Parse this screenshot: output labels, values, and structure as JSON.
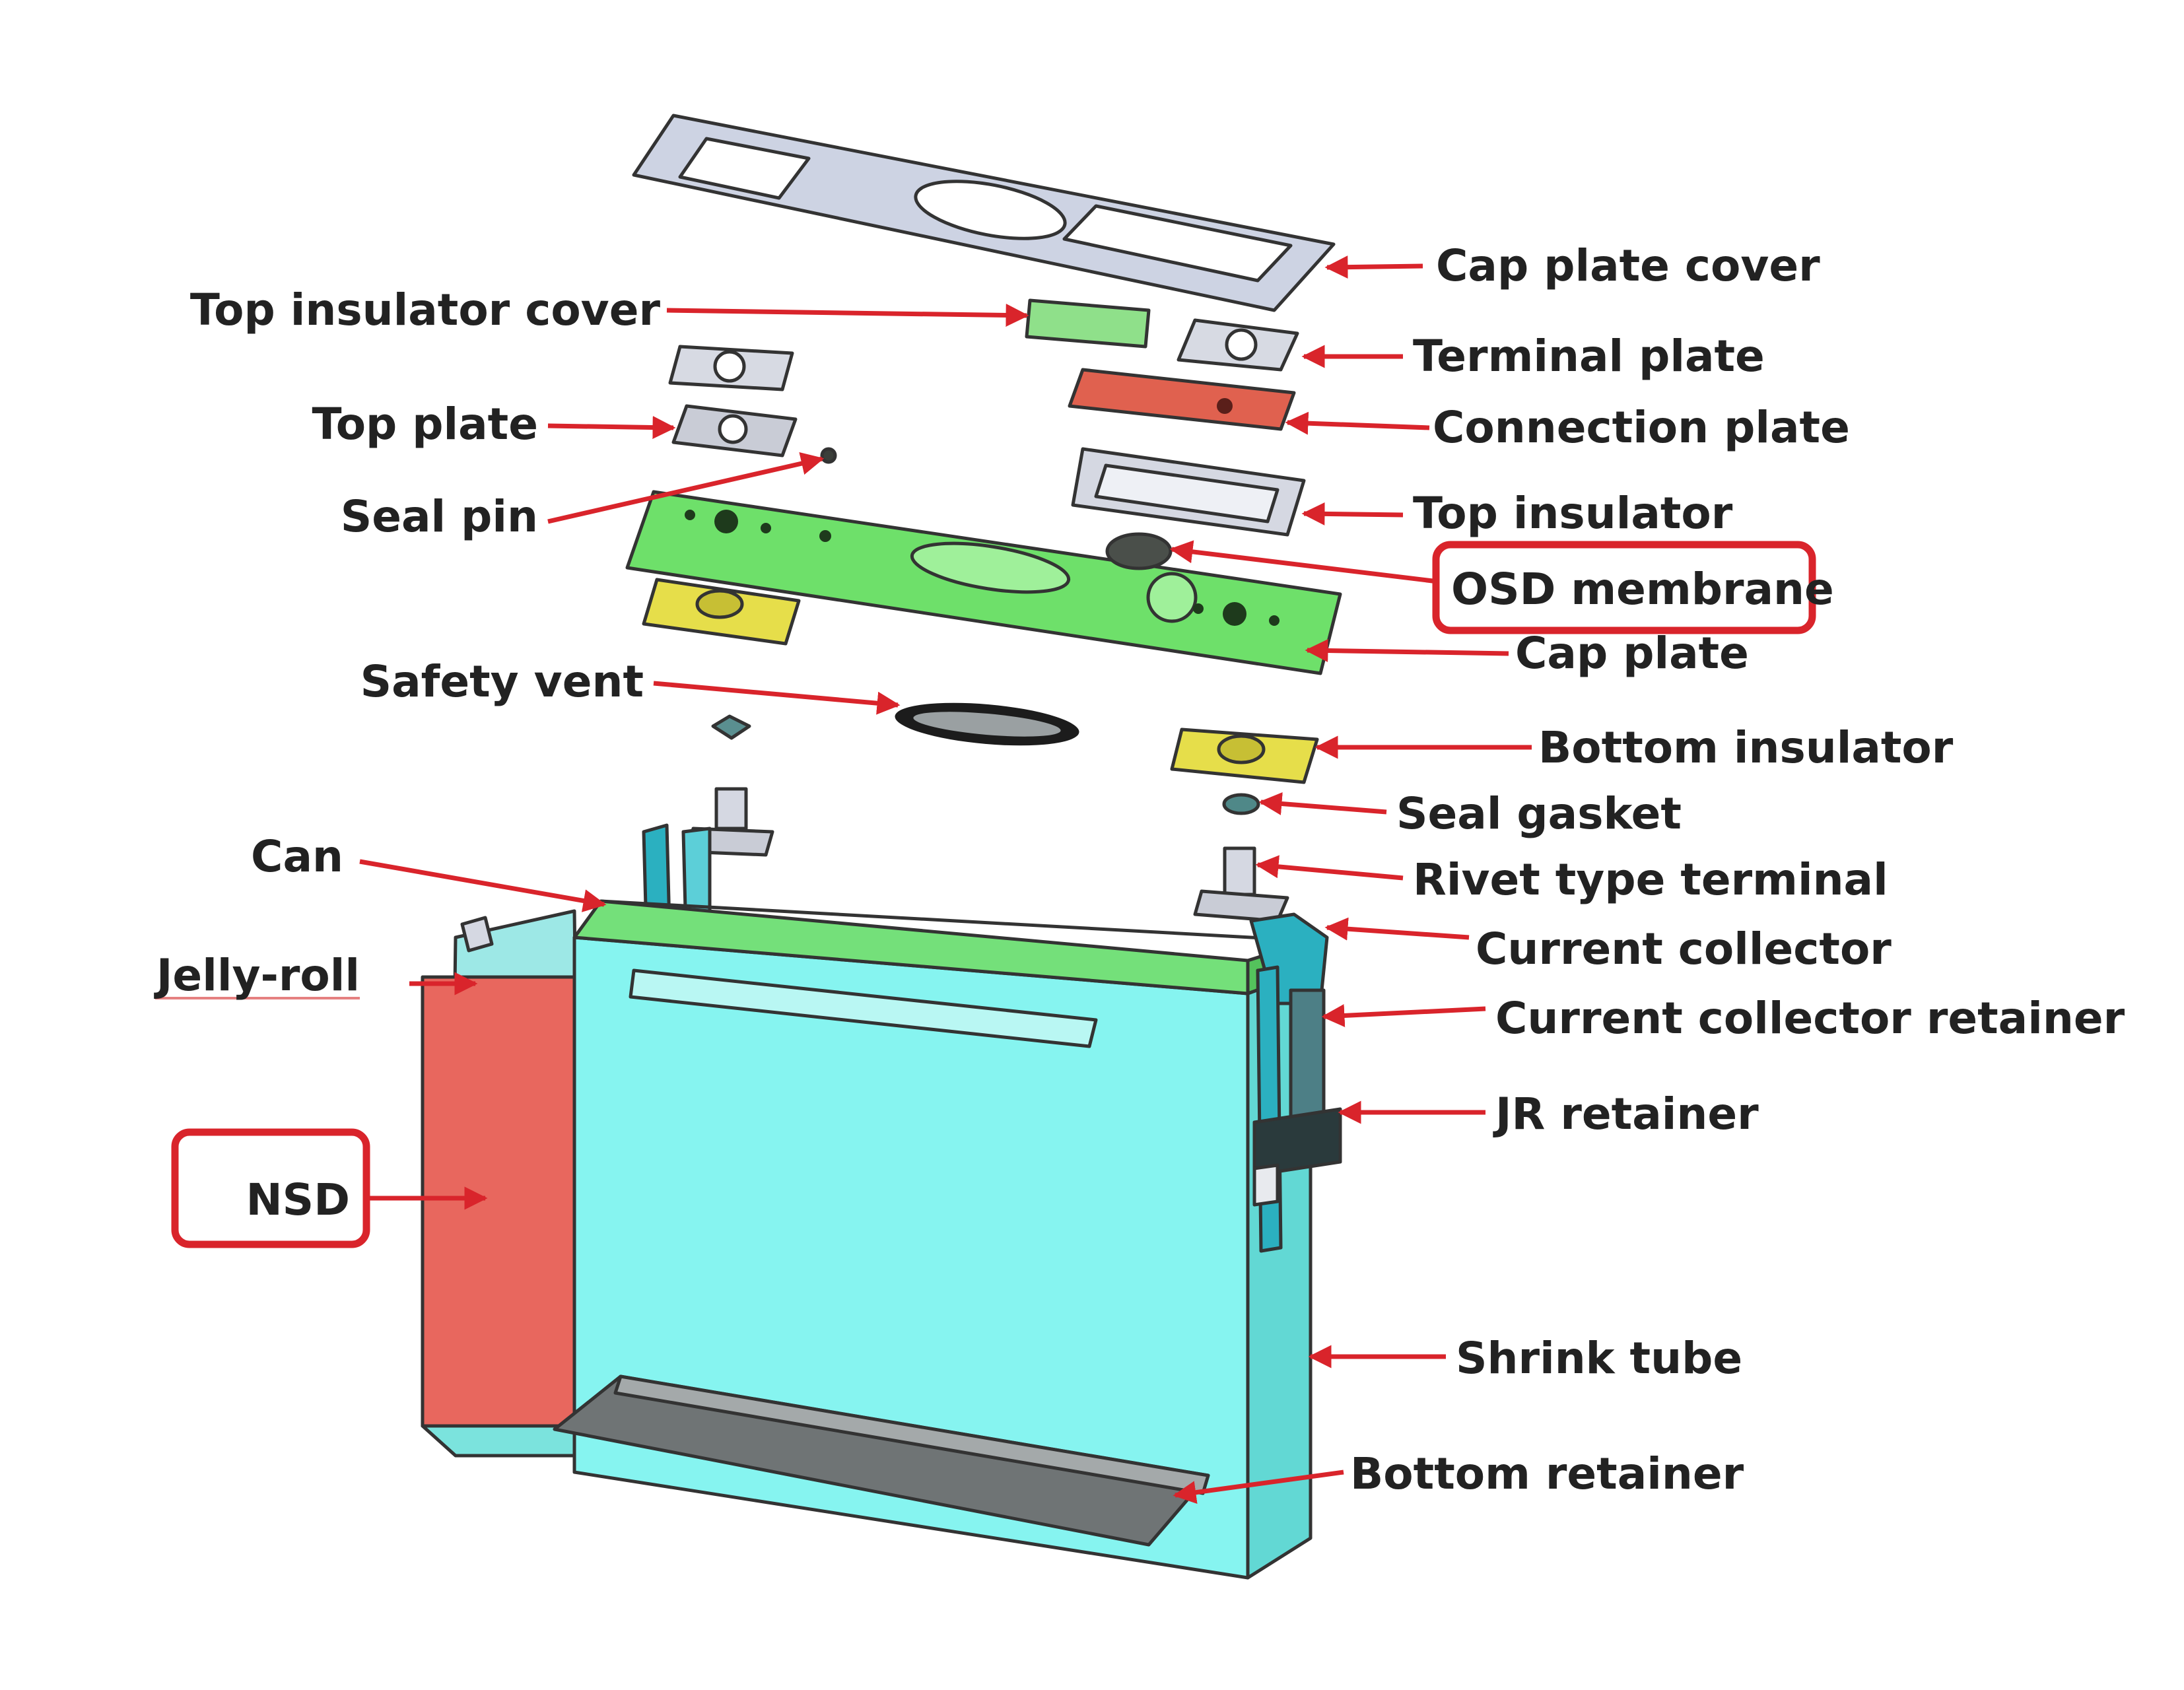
{
  "labels": {
    "cap_plate_cover": "Cap plate cover",
    "top_insulator_cover": "Top insulator cover",
    "terminal_plate": "Terminal plate",
    "top_plate": "Top plate",
    "connection_plate": "Connection plate",
    "seal_pin": "Seal pin",
    "top_insulator": "Top insulator",
    "osd_membrane": "OSD membrane",
    "cap_plate": "Cap plate",
    "safety_vent": "Safety vent",
    "bottom_insulator": "Bottom insulator",
    "seal_gasket": "Seal gasket",
    "can": "Can",
    "rivet_type_terminal": "Rivet type terminal",
    "current_collector": "Current collector",
    "jelly_roll": "Jelly-roll",
    "current_collector_retainer": "Current collector retainer",
    "jr_retainer": "JR retainer",
    "nsd": "NSD",
    "shrink_tube": "Shrink tube",
    "bottom_retainer": "Bottom retainer"
  },
  "highlighted": [
    "OSD membrane",
    "NSD"
  ],
  "colors": {
    "leader": "#d9242b",
    "highlight_box": "#d9242b",
    "cap_plate": "#6ee06a",
    "top_insulator_cover": "#8fe08a",
    "connection_plate": "#e0614f",
    "bottom_insulator": "#e6de4a",
    "shrink_tube": "#86f4f0",
    "can_rim": "#74e07a",
    "nsd": "#e8675e",
    "metal": "#c9ccd6",
    "cap_plate_cover": "#cdd3e3"
  }
}
